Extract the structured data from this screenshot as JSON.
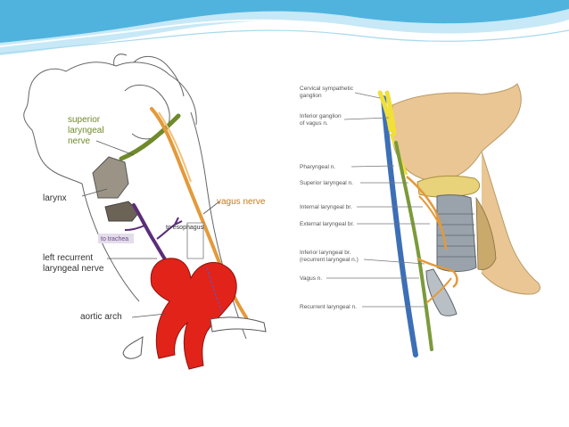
{
  "left_figure": {
    "labels": {
      "superior": [
        "superior",
        "laryngeal",
        "nerve"
      ],
      "larynx": "larynx",
      "vagus": "vagus nerve",
      "to_esophagus": "to esophagus",
      "to_trachea": "to trachea",
      "left_recurrent": [
        "left recurrent",
        "laryngeal nerve"
      ],
      "aortic_arch": "aortic arch"
    }
  },
  "right_figure": {
    "labels": {
      "cervical_sympathetic": [
        "Cervical sympathetic",
        "ganglion"
      ],
      "inferior_ganglion": [
        "Inferior ganglion",
        "of vagus n."
      ],
      "pharyngeal": "Pharyngeal n.",
      "superior_laryngeal": "Superior laryngeal n.",
      "internal_laryngeal": "Internal laryngeal br.",
      "external_laryngeal": "External laryngeal br.",
      "inferior_laryngeal": [
        "Inferior laryngeal br.",
        "(recurrent laryngeal n.)"
      ],
      "vagus": "Vagus n.",
      "recurrent": "Recurrent laryngeal n."
    }
  },
  "colors": {
    "header_blue": "#4fb3de",
    "header_light": "#c7e8f6",
    "green_nerve": "#6f8a2a",
    "orange_nerve": "#e39a3a",
    "purple_nerve": "#5b2d7a",
    "aorta_red": "#e2231a",
    "larynx_gray": "#9b9486",
    "skin": "#e9c693",
    "blue_vessel": "#3d6fb6",
    "yellow_nerve": "#f1df3a"
  }
}
